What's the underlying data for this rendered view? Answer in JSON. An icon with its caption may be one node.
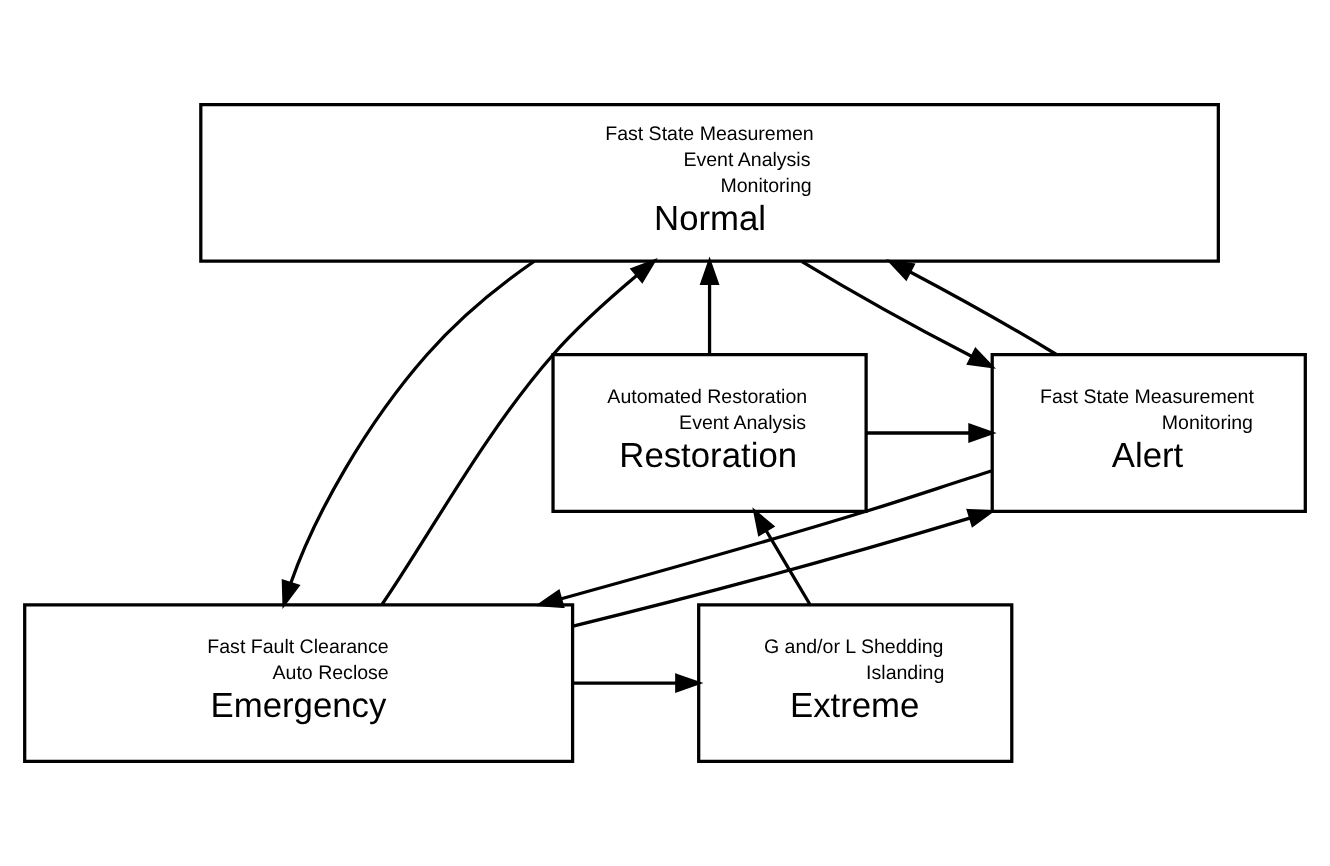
{
  "diagram": {
    "nodes": [
      {
        "text": [
          "Fast State Measuremen",
          "Event Analysis",
          "Monitoring",
          "Normal"
        ]
      },
      {
        "text": [
          "Automated Restoration",
          "Event Analysis",
          "Restoration"
        ]
      },
      {
        "text": [
          "Fast State Measurement",
          "Monitoring",
          "Alert"
        ]
      },
      {
        "text": [
          "G and/or L Shedding",
          "Islanding",
          "Extreme"
        ]
      },
      {
        "text": [
          "Fast Fault Clearance",
          "Auto Reclose",
          "Emergency"
        ]
      }
    ],
    "edges": [
      {
        "from": 1,
        "to": 0,
        "arrow": "to"
      },
      {
        "from": 0,
        "to": 2,
        "arrow": "to"
      },
      {
        "from": 2,
        "to": 0,
        "arrow": "to"
      },
      {
        "from": 0,
        "to": 4,
        "arrow": "to"
      },
      {
        "from": 4,
        "to": 0,
        "arrow": "to"
      },
      {
        "from": 1,
        "to": 2,
        "arrow": "to"
      },
      {
        "from": 3,
        "to": 1,
        "arrow": "to"
      },
      {
        "from": 2,
        "to": 4,
        "arrow": "to"
      },
      {
        "from": 4,
        "to": 2,
        "arrow": "to"
      },
      {
        "from": 4,
        "to": 3,
        "arrow": "to"
      }
    ]
  }
}
